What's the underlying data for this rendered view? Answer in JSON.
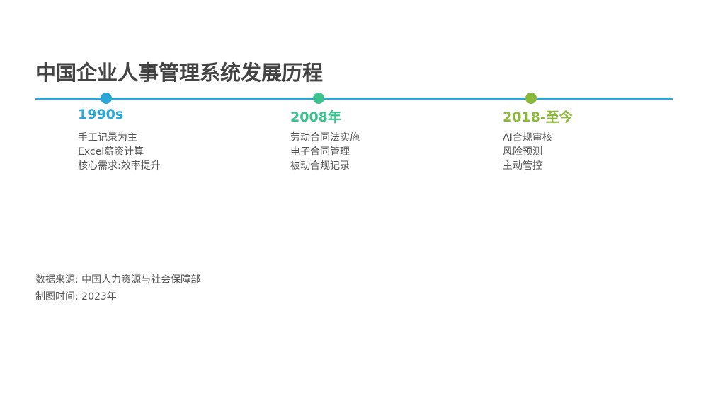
{
  "title": "中国企业人事管理系统发展历程",
  "line_color": "#29a8d8",
  "milestones": [
    {
      "label": "1990s",
      "color": "#29a8d8",
      "items": [
        "手工记录为主",
        "Excel薪资计算",
        "核心需求:效率提升"
      ]
    },
    {
      "label": "2008年",
      "color": "#3cc28e",
      "items": [
        "劳动合同法实施",
        "电子合同管理",
        "被动合规记录"
      ]
    },
    {
      "label": "2018-至今",
      "color": "#8ab83a",
      "items": [
        "AI合规审核",
        "风险预测",
        "主动管控"
      ]
    }
  ],
  "footer": {
    "source": "数据来源: 中国人力资源与社会保障部",
    "date": "制图时间: 2023年"
  }
}
